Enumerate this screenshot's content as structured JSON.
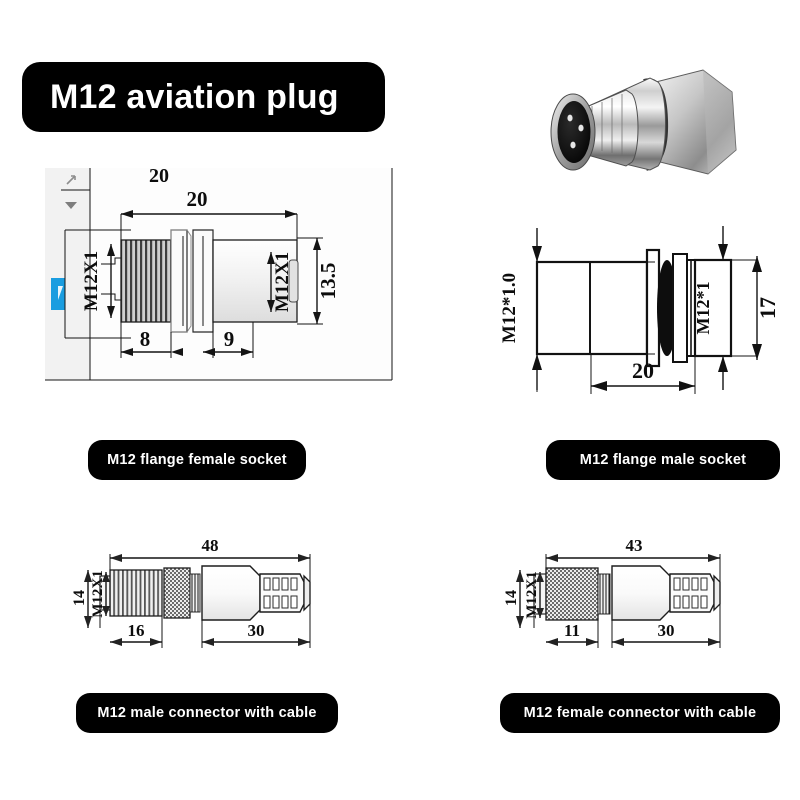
{
  "header": {
    "title": "M12 aviation plug"
  },
  "captions": {
    "flange_female_socket": "M12 flange female socket",
    "flange_male_socket": "M12 flange male socket",
    "male_connector_cable": "M12 male connector with cable",
    "female_connector_cable": "M12 female connector with cable"
  },
  "colors": {
    "label_background": "#000000",
    "label_text": "#ffffff",
    "line": "#141414",
    "panel_background": "#f2f2f2",
    "ui_artifact_blue": "#1a9de0",
    "metal_light": "#e8e8e8",
    "metal_mid": "#a8a8a8",
    "metal_dark": "#5a5a5a",
    "face_black": "#121212"
  },
  "drawings": {
    "flange_female_socket": {
      "name": "M12 flange female socket",
      "ghost_dimension": "20",
      "dimensions": {
        "overall_length": "20",
        "thread_left": "M12X1",
        "thread_right": "M12X1",
        "body_height": "13.5",
        "segment_a": "8",
        "segment_b": "9"
      }
    },
    "flange_male_socket": {
      "name": "M12 flange male socket",
      "dimensions": {
        "thread_left": "M12*1.0",
        "thread_right": "M12*1",
        "flange_height": "17",
        "barrel_length": "20"
      }
    },
    "male_connector_cable": {
      "name": "M12 male connector with cable",
      "dimensions": {
        "overall_length": "48",
        "thread": "M12X1",
        "diameter": "14",
        "segment_a": "16",
        "segment_b": "30"
      }
    },
    "female_connector_cable": {
      "name": "M12 female connector with cable",
      "dimensions": {
        "overall_length": "43",
        "thread": "M12X1",
        "diameter": "14",
        "segment_a": "11",
        "segment_b": "30"
      }
    }
  },
  "photo": {
    "subject": "M12 flange male socket chrome connector",
    "pin_count": 3
  }
}
